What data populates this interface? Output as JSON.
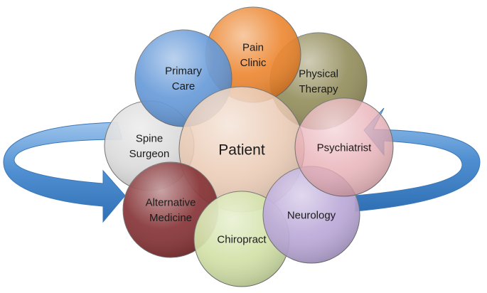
{
  "diagram": {
    "center": {
      "label": "Patient",
      "color": "#e9c6ad"
    },
    "providers": [
      {
        "id": "spine-surgeon",
        "lines": [
          "Spine",
          "Surgeon"
        ],
        "color": "#d9d9d9"
      },
      {
        "id": "primary-care",
        "lines": [
          "Primary",
          "Care"
        ],
        "color": "#5b93d6"
      },
      {
        "id": "physical-therapy",
        "lines": [
          "Physical",
          "Therapy"
        ],
        "color": "#8c8550"
      },
      {
        "id": "pain-clinic",
        "lines": [
          "Pain",
          "Clinic"
        ],
        "color": "#ec7e22"
      },
      {
        "id": "psychiatrist",
        "lines": [
          "Psychiatrist"
        ],
        "color": "#e6a7ae"
      },
      {
        "id": "neurology",
        "lines": [
          "Neurology"
        ],
        "color": "#b6a3d6"
      },
      {
        "id": "chiropract",
        "lines": [
          "Chiropract"
        ],
        "color": "#cfe0a2"
      },
      {
        "id": "alternative-medicine",
        "lines": [
          "Alternative",
          "Medicine"
        ],
        "color": "#7c2326"
      }
    ],
    "arrow_color": "#4f8fd1"
  }
}
